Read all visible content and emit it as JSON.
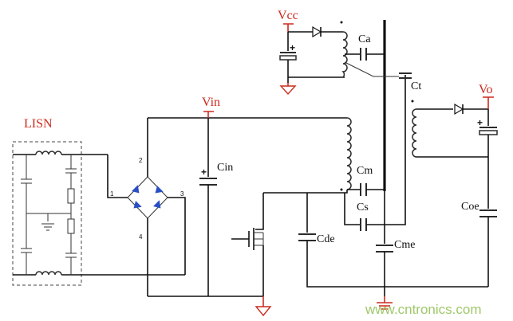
{
  "labels": {
    "lisn": "LISN",
    "vcc": "Vcc",
    "vin": "Vin",
    "vo": "Vo",
    "ca": "Ca",
    "ct": "Ct",
    "cin": "Cin",
    "cm": "Cm",
    "cs": "Cs",
    "cde": "Cde",
    "cme": "Cme",
    "coe": "Coe"
  },
  "bridge_pins": {
    "p1": "1",
    "p2": "2",
    "p3": "3",
    "p4": "4"
  },
  "polarity": "+",
  "watermark": "www.cntronics.com",
  "colors": {
    "wire": "#111111",
    "rail_label": "#cc2a1e",
    "diode": "#2a4fc4",
    "watermark": "#9fc86a"
  }
}
